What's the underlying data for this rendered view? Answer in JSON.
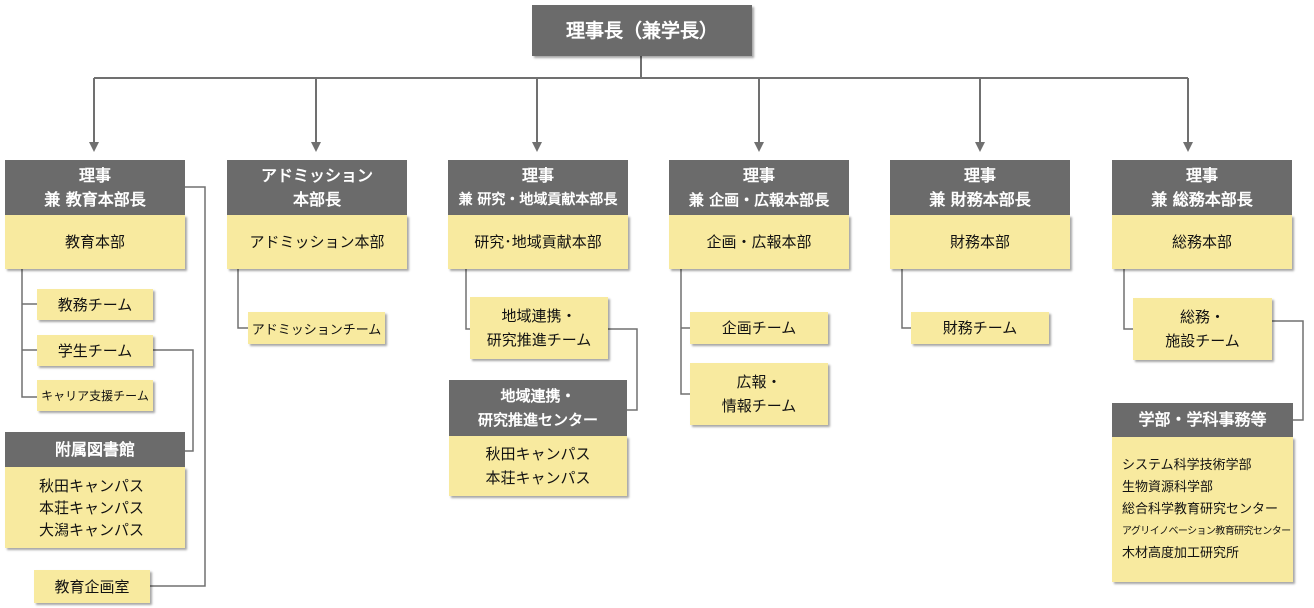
{
  "top": {
    "title": "理事長（兼学長）"
  },
  "divisions": [
    {
      "header_line1": "理事",
      "header_line2": "兼 教育本部長",
      "unit": "教育本部"
    },
    {
      "header_line1": "アドミッション",
      "header_line2": "本部長",
      "unit": "アドミッション本部"
    },
    {
      "header_line1": "理事",
      "header_line2": "兼 研究・地域貢献本部長",
      "unit": "研究･地域貢献本部"
    },
    {
      "header_line1": "理事",
      "header_line2": "兼 企画・広報本部長",
      "unit": "企画・広報本部"
    },
    {
      "header_line1": "理事",
      "header_line2": "兼 財務本部長",
      "unit": "財務本部"
    },
    {
      "header_line1": "理事",
      "header_line2": "兼 総務本部長",
      "unit": "総務本部"
    }
  ],
  "education": {
    "teams": [
      "教務チーム",
      "学生チーム",
      "キャリア支援チーム"
    ],
    "library": {
      "header": "附属図書館",
      "campuses": [
        "秋田キャンパス",
        "本荘キャンパス",
        "大潟キャンパス"
      ]
    },
    "planning_office": "教育企画室"
  },
  "admission": {
    "team": "アドミッションチーム"
  },
  "research": {
    "team_line1": "地域連携・",
    "team_line2": "研究推進チーム",
    "center": {
      "header_line1": "地域連携・",
      "header_line2": "研究推進センター",
      "campuses": [
        "秋田キャンパス",
        "本荘キャンパス"
      ]
    }
  },
  "planning": {
    "team1": "企画チーム",
    "team2_line1": "広報・",
    "team2_line2": "情報チーム"
  },
  "finance": {
    "team": "財務チーム"
  },
  "general": {
    "team_line1": "総務・",
    "team_line2": "施設チーム",
    "faculty": {
      "header": "学部・学科事務等",
      "items": [
        "システム科学技術学部",
        "生物資源科学部",
        "総合科学教育研究センター",
        "アグリイノベーション教育研究センター",
        "木材高度加工研究所"
      ]
    }
  }
}
